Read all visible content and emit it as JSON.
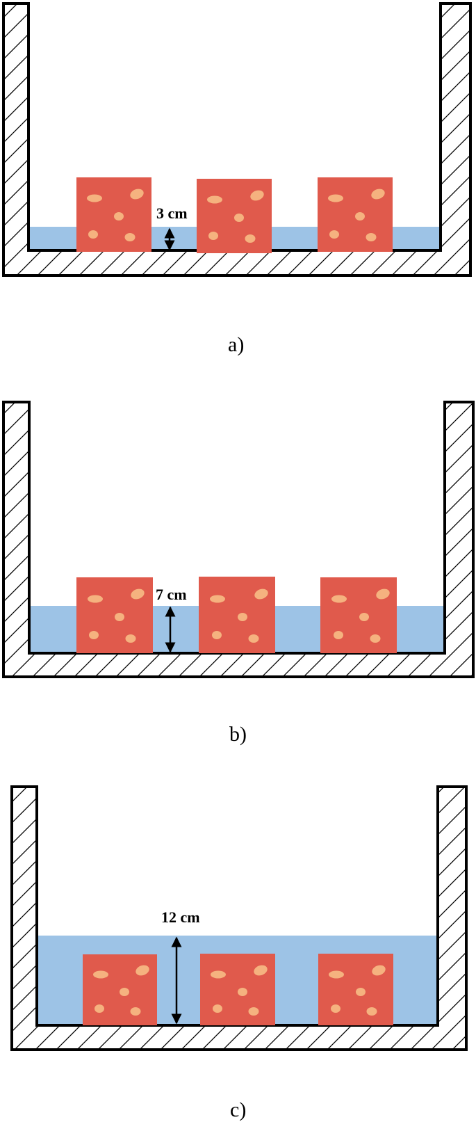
{
  "colors": {
    "water": "#9dc3e6",
    "sample": "#e05a4c",
    "spot": "#f5b27f",
    "outline": "#000000"
  },
  "panels": [
    {
      "label": "a)",
      "depth_label": "3 cm"
    },
    {
      "label": "b)",
      "depth_label": "7 cm"
    },
    {
      "label": "c)",
      "depth_label": "12 cm"
    }
  ]
}
